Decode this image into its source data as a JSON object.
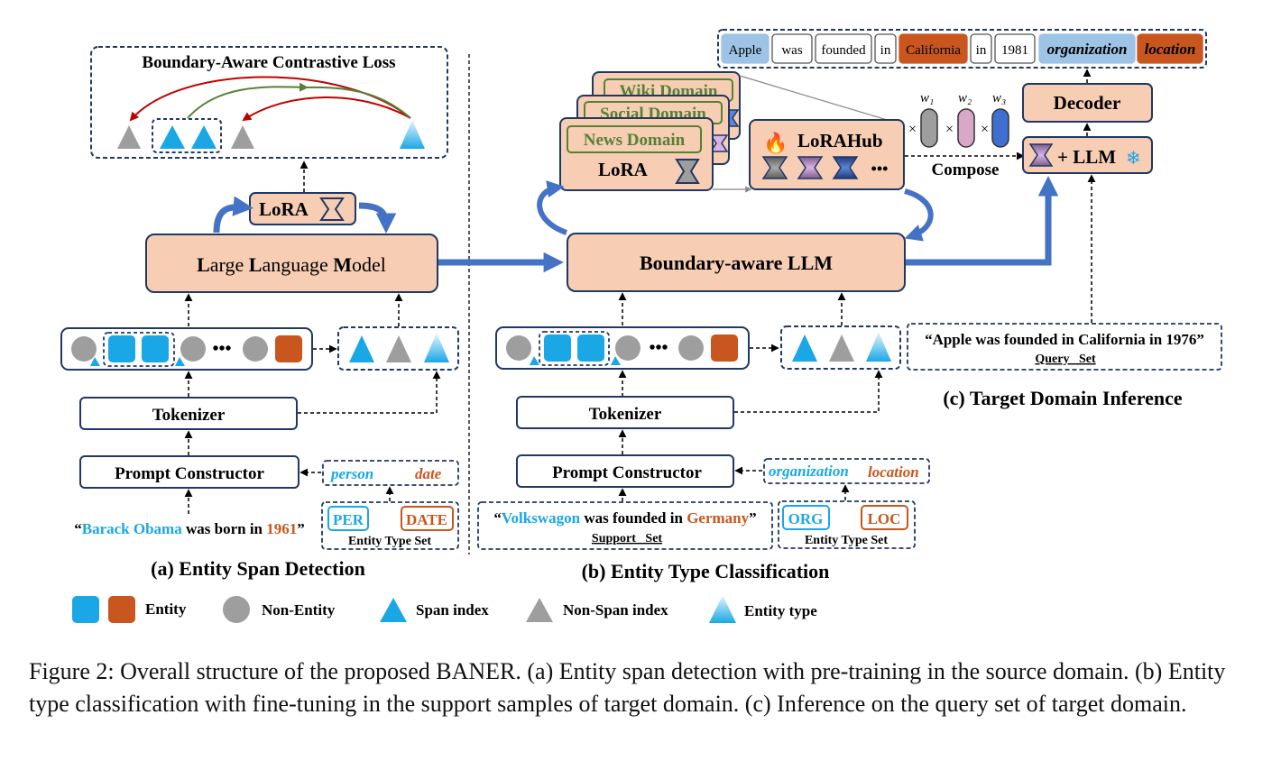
{
  "panel_a": {
    "loss_title": "Boundary-Aware Contrastive Loss",
    "lora": "LoRA",
    "llm": {
      "l1": "L",
      "r1": "arge ",
      "l2": "L",
      "r2": "anguage ",
      "l3": "M",
      "r3": "odel"
    },
    "tokenizer": "Tokenizer",
    "prompt": "Prompt Constructor",
    "label_person": "person",
    "label_date": "date",
    "sentence": {
      "q1": "“",
      "ent1": "Barack Obama",
      "mid": " was born in ",
      "ent2": "1961",
      "q2": "”"
    },
    "type_per": "PER",
    "type_date": "DATE",
    "type_set": "Entity Type Set",
    "title": "(a) Entity Span Detection"
  },
  "panel_b": {
    "wiki": "Wiki Domain",
    "social": "Social Domain",
    "news": "News Domain",
    "lora": "LoRA",
    "lorahub": "LoRAHub",
    "dots": "•••",
    "llm": "Boundary-aware LLM",
    "tokenizer": "Tokenizer",
    "prompt": "Prompt Constructor",
    "label_org": "organization",
    "label_loc": "location",
    "sentence": {
      "q1": "“",
      "ent1": "Volkswagon",
      "mid": " was founded in ",
      "ent2": "Germany",
      "q2": "”"
    },
    "support_set": "Support   Set",
    "type_org": "ORG",
    "type_loc": "LOC",
    "type_set": "Entity Type Set",
    "title": "(b) Entity Type Classification"
  },
  "panel_c": {
    "tokens": [
      "Apple",
      "was",
      "founded",
      "in",
      "California",
      "in",
      "1981",
      "organization",
      "location"
    ],
    "w1": "w₁",
    "w2": "w₂",
    "w3": "w₃",
    "times": "×",
    "compose": "Compose",
    "decoder": "Decoder",
    "llm": "+ LLM",
    "query": "“Apple was founded in California in 1976”",
    "query_set": "Query   Set",
    "title": "(c) Target Domain Inference"
  },
  "legend": {
    "entity": "Entity",
    "non_entity": "Non-Entity",
    "span_index": "Span index",
    "non_span_index": "Non-Span index",
    "entity_type": "Entity type"
  },
  "caption": "Figure 2: Overall structure of the proposed BANER. (a) Entity span detection with pre-training in the source domain. (b) Entity type classification with fine-tuning in the support samples of target domain. (c) Inference on the query set of target domain.",
  "colors": {
    "cyan": "#1AA7E6",
    "orange": "#C8561E",
    "gray": "#9E9E9E",
    "peach": "#F7CDB3",
    "navy": "#1F3864",
    "arrow_blue": "#4472C4",
    "green": "#548235",
    "red": "#C00000"
  }
}
